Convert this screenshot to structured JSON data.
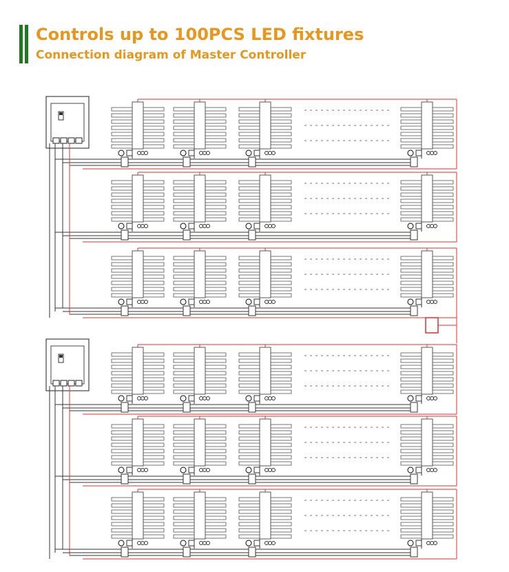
{
  "header": {
    "title": "Controls up to 100PCS LED fixtures",
    "subtitle": "Connection diagram of Master Controller"
  },
  "diagram": {
    "controllers": 2,
    "rows_per_controller": 3,
    "fixtures_per_row": 4,
    "wire_colors": {
      "signal": "#e03030",
      "ground": "#333333",
      "outline": "#555555"
    },
    "ellipsis_rows": 3
  },
  "colors": {
    "accent": "#e8971c",
    "brand": "#1f7a1f"
  }
}
